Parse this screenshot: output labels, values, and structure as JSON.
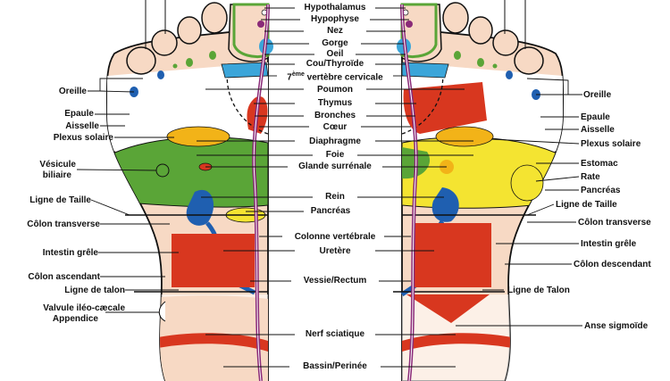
{
  "colors": {
    "skin": "#f7d9c4",
    "outline": "#111111",
    "red": "#d8371f",
    "green": "#5aa537",
    "yellow": "#f4e431",
    "orange": "#f2b318",
    "blue": "#1f5fb0",
    "light_blue": "#3ba5d9",
    "purple": "#8a2a78",
    "white": "#ffffff"
  },
  "center_labels": {
    "hypothalamus": "Hypothalamus",
    "hypophyse": "Hypophyse",
    "nez": "Nez",
    "gorge": "Gorge",
    "oeil": "Oeil",
    "cou_thyroide": "Cou/Thyroïde",
    "vertebre_sup": "ème",
    "vertebre_pre": "7",
    "vertebre_post": " vertèbre cervicale",
    "poumon": "Poumon",
    "thymus": "Thymus",
    "bronches": "Bronches",
    "coeur": "Cœur",
    "diaphragme": "Diaphragme",
    "foie": "Foie",
    "glande_surrenale": "Glande surrénale",
    "rein": "Rein",
    "pancreas": "Pancréas",
    "colonne_vertebrale": "Colonne vertébrale",
    "uretere": "Uretère",
    "vessie_rectum": "Vessie/Rectum",
    "nerf_sciatique": "Nerf sciatique",
    "bassin_perinee": "Bassin/Perinée"
  },
  "left_labels": {
    "oreille": "Oreille",
    "epaule": "Epaule",
    "aisselle": "Aisselle",
    "plexus_solaire": "Plexus solaire",
    "vesicule_1": "Vésicule",
    "vesicule_2": "biliaire",
    "ligne_de_taille": "Ligne de Taille",
    "colon_transverse": "Côlon transverse",
    "intestin_grele": "Intestin grêle",
    "colon_ascendant": "Côlon ascendant",
    "ligne_de_talon": "Ligne de talon",
    "valvule": "Valvule iléo-cæcale",
    "appendice": "Appendice"
  },
  "right_labels": {
    "oreille": "Oreille",
    "epaule": "Epaule",
    "aisselle": "Aisselle",
    "plexus_solaire": "Plexus solaire",
    "estomac": "Estomac",
    "rate": "Rate",
    "pancreas": "Pancréas",
    "ligne_de_taille": "Ligne de Taille",
    "colon_transverse": "Côlon transverse",
    "intestin_grele": "Intestin grêle",
    "colon_descendant": "Côlon descendant",
    "ligne_de_talon": "Ligne de Talon",
    "anse_sigmoide": "Anse sigmoïde"
  }
}
